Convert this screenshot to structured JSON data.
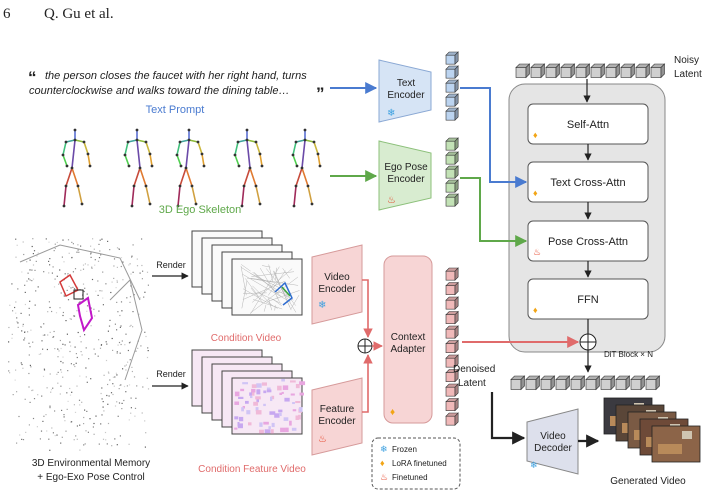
{
  "header": {
    "page_number": "6",
    "authors": "Q. Gu et al."
  },
  "prompt": {
    "line1": "the person closes the faucet with her right hand, turns",
    "line2": "counterclockwise and walks toward the dining table…",
    "open_quote": "“",
    "close_quote": "”",
    "caption": "Text Prompt"
  },
  "skeleton": {
    "caption": "3D Ego Skeleton"
  },
  "encoders": {
    "text": [
      "Text",
      "Encoder"
    ],
    "pose": [
      "Ego Pose",
      "Encoder"
    ],
    "video": [
      "Video",
      "Encoder"
    ],
    "feature": [
      "Feature",
      "Encoder"
    ]
  },
  "adapter": [
    "Context",
    "Adapter"
  ],
  "render_labels": [
    "Render",
    "Render"
  ],
  "condition": {
    "video": "Condition Video",
    "feature_video": "Condition Feature Video"
  },
  "environment": {
    "line1": "3D Environmental Memory",
    "line2": "+ Ego-Exo Pose Control"
  },
  "dit": {
    "noisy_latent": [
      "Noisy",
      "Latent"
    ],
    "blocks": [
      "Self-Attn",
      "Text Cross-Attn",
      "Pose Cross-Attn",
      "FFN"
    ],
    "block_label": "DiT Block × N"
  },
  "denoised_latent": [
    "Denoised",
    "Latent"
  ],
  "decoder": [
    "Video",
    "Decoder"
  ],
  "generated_video": "Generated Video",
  "legend": {
    "frozen": "Frozen",
    "lora": "LoRA finetuned",
    "finetuned": "Finetuned"
  },
  "colors": {
    "blue": "#4a7bd0",
    "green": "#5fa84a",
    "red": "#e06b6b",
    "blue_fill": "#d6e4f5",
    "green_fill": "#d8ecd0",
    "red_fill": "#f7d5d5",
    "dit_fill": "#e5e5e5",
    "gray_cube": "#d0d0d0"
  }
}
